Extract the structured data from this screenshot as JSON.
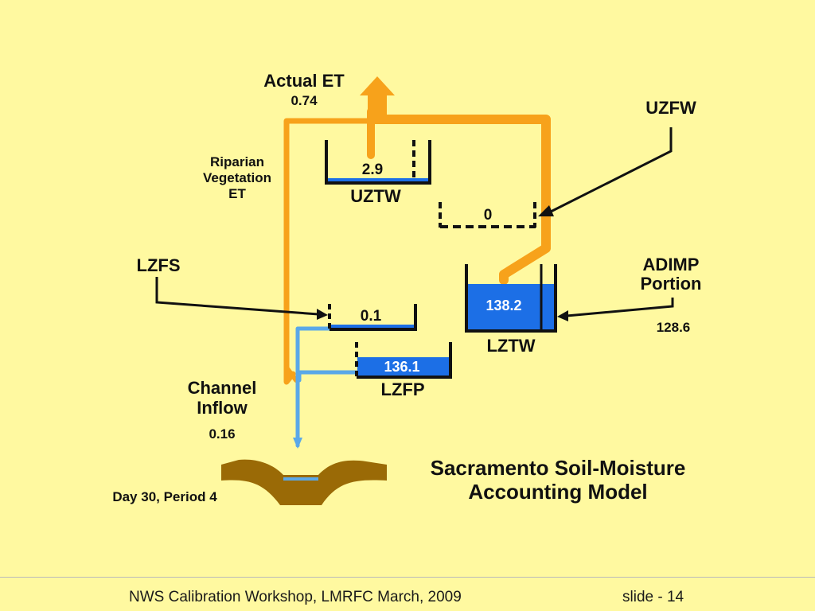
{
  "diagram": {
    "actual_et_label": "Actual ET",
    "actual_et_value": "0.74",
    "riparian_line1": "Riparian",
    "riparian_line2": "Vegetation",
    "riparian_line3": "ET",
    "uzfw_label": "UZFW",
    "uzfw_value": "0",
    "uztw_label": "UZTW",
    "uztw_value": "2.9",
    "lzfs_label": "LZFS",
    "lzfs_value": "0.1",
    "lzfp_label": "LZFP",
    "lzfp_value": "136.1",
    "lztw_label": "LZTW",
    "lztw_value": "138.2",
    "adimp_line1": "ADIMP",
    "adimp_line2": "Portion",
    "adimp_value": "128.6",
    "channel_line1": "Channel",
    "channel_line2": "Inflow",
    "channel_value": "0.16",
    "title_line1": "Sacramento Soil-Moisture",
    "title_line2": "Accounting Model",
    "period": "Day 30, Period 4",
    "colors": {
      "background": "#fff9a0",
      "et_flow": "#f7a21b",
      "water": "#1c6fe6",
      "channel_flow": "#5aa8e8",
      "soil": "#9a6a06"
    }
  },
  "footer": {
    "left": "NWS Calibration Workshop, LMRFC March, 2009",
    "right": "slide - 14"
  }
}
